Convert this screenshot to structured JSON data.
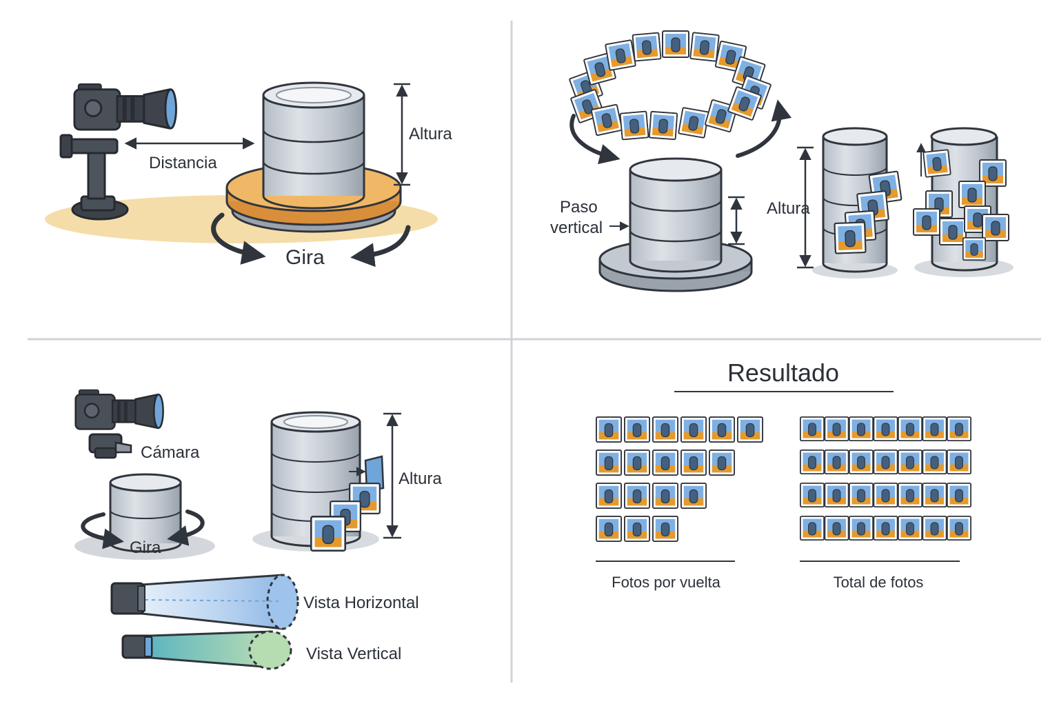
{
  "panel1": {
    "distance_label": "Distancia",
    "height_label": "Altura",
    "rotate_label": "Gira"
  },
  "panel2": {
    "step_label_line1": "Paso",
    "step_label_line2": "vertical",
    "height_label": "Altura"
  },
  "panel3": {
    "camera_label": "Cámara",
    "rotate_label": "Gira",
    "height_label": "Altura",
    "horizontal_view_label": "Vista Horizontal",
    "vertical_view_label": "Vista Vertical"
  },
  "panel4": {
    "title": "Resultado",
    "photos_per_turn_label": "Fotos por vuelta",
    "total_photos_label": "Total de fotos",
    "photos_per_turn_rows": [
      6,
      5,
      4,
      3
    ],
    "total_photos_rows": [
      7,
      7,
      7,
      7
    ]
  },
  "colors": {
    "outline": "#30353d",
    "cylinder_light": "#d2d7dd",
    "cylinder_mid": "#a9b1ba",
    "turntable": "#e7a64a",
    "shadow_warm": "#f3d79a",
    "photo_sky": "#7fb0e3",
    "photo_ground": "#e59a2e",
    "photo_subject": "#44607e",
    "view_horizontal": "#9ec3ec",
    "view_vertical": "#b6dcb2"
  }
}
